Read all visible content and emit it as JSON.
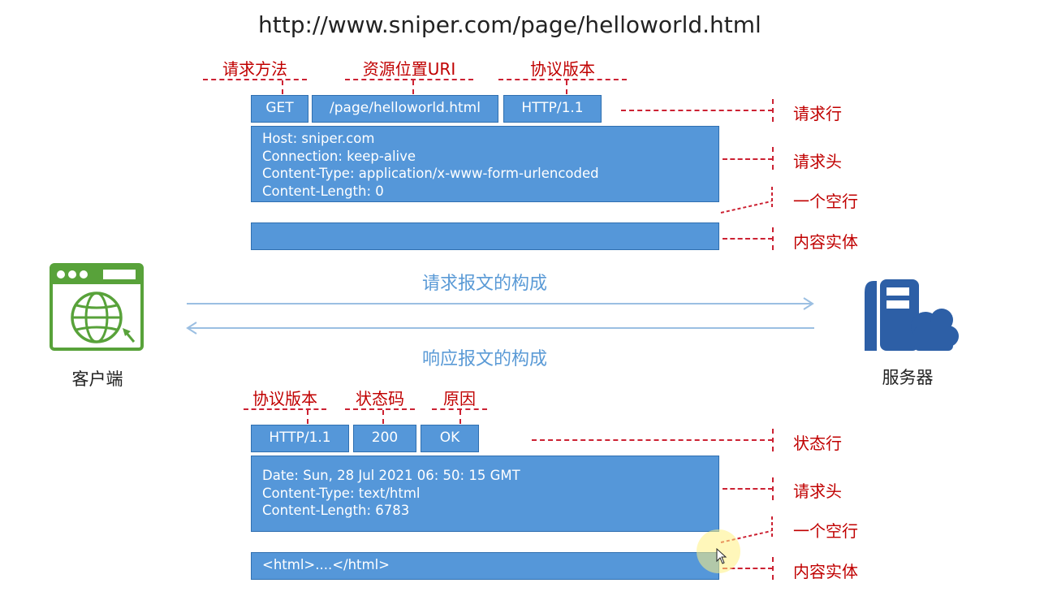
{
  "url": "http://www.sniper.com/page/helloworld.html",
  "request": {
    "top_labels": [
      "请求方法",
      "资源位置URI",
      "协议版本"
    ],
    "line_cells": [
      "GET",
      "/page/helloworld.html",
      "HTTP/1.1"
    ],
    "headers": [
      "Host: sniper.com",
      "Connection: keep-alive",
      "Content-Type: application/x-www-form-urlencoded",
      "Content-Length: 0"
    ],
    "body_text": "",
    "side_labels": [
      "请求行",
      "请求头",
      "一个空行",
      "内容实体"
    ],
    "title": "请求报文的构成"
  },
  "response": {
    "title": "响应报文的构成",
    "top_labels": [
      "协议版本",
      "状态码",
      "原因"
    ],
    "line_cells": [
      "HTTP/1.1",
      "200",
      "OK"
    ],
    "headers": [
      "Date: Sun, 28 Jul 2021 06: 50: 15 GMT",
      "Content-Type: text/html",
      "Content-Length: 6783"
    ],
    "body_text": "<html>....</html>",
    "side_labels": [
      "状态行",
      "请求头",
      "一个空行",
      "内容实体"
    ]
  },
  "client": {
    "label": "客户端",
    "icon": "browser-globe-icon",
    "color": "#58a23a"
  },
  "server": {
    "label": "服务器",
    "icon": "server-cloud-icon",
    "color": "#2d5fa6"
  },
  "colors": {
    "box": "#5597d9",
    "label_red": "#c00000",
    "title_blue": "#5a9ad6",
    "arrow": "#9bbfe2"
  }
}
